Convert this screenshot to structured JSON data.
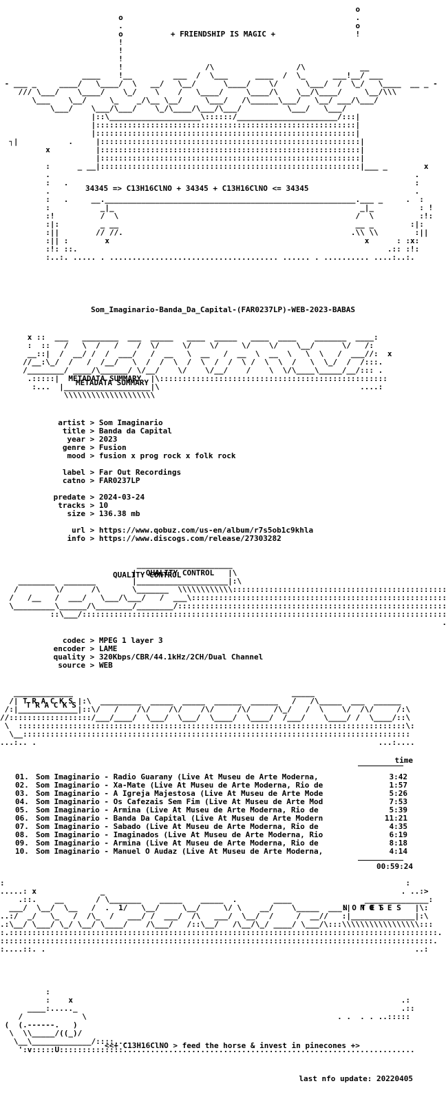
{
  "header": {
    "banner_title": "+ FRIENDSHIP IS MAGIC +",
    "formula": "34345 => C13H16ClNO + 34345 + C13H16ClNO <= 34345"
  },
  "release_name": "Som_Imaginario-Banda_Da_Capital-(FAR0237LP)-WEB-2023-BABAS",
  "sections": {
    "metadata": "METADATA SUMMARY",
    "quality": "QUALITY CONTROL",
    "tracks": "T R A C K S",
    "notes": "N O T E S"
  },
  "metadata": [
    {
      "key": "artist",
      "value": "Som Imaginario"
    },
    {
      "key": "title",
      "value": "Banda da Capital"
    },
    {
      "key": "year",
      "value": "2023"
    },
    {
      "key": "genre",
      "value": "Fusion"
    },
    {
      "key": "mood",
      "value": "fusion x prog rock x folk rock"
    },
    {
      "key": "label",
      "value": "Far Out Recordings"
    },
    {
      "key": "catno",
      "value": "FAR0237LP"
    },
    {
      "key": "predate",
      "value": "2024-03-24"
    },
    {
      "key": "tracks",
      "value": "10"
    },
    {
      "key": "size",
      "value": "136.38 mb"
    },
    {
      "key": "url",
      "value": "https://www.qobuz.com/us-en/album/r7s5ob1c9khla"
    },
    {
      "key": "info",
      "value": "https://www.discogs.com/release/27303282"
    }
  ],
  "quality": [
    {
      "key": "codec",
      "value": "MPEG 1 layer 3"
    },
    {
      "key": "encoder",
      "value": "LAME"
    },
    {
      "key": "quality",
      "value": "320Kbps/CBR/44.1kHz/2CH/Dual Channel"
    },
    {
      "key": "source",
      "value": "WEB"
    }
  ],
  "tracklist": {
    "time_header": "time",
    "items": [
      {
        "num": "01.",
        "name": "Som Imaginario - Radio Guarany (Live At Museu de Arte Moderna,",
        "time": "3:42"
      },
      {
        "num": "02.",
        "name": "Som Imaginario - Xa-Mate (Live At Museu de Arte Moderna, Rio de",
        "time": "1:57"
      },
      {
        "num": "03.",
        "name": "Som Imaginario - A Igreja Majestosa (Live At Museu de Arte Mode",
        "time": "5:26"
      },
      {
        "num": "04.",
        "name": "Som Imaginario - Os Cafezais Sem Fim (Live At Museu de Arte Mod",
        "time": "7:53"
      },
      {
        "num": "05.",
        "name": "Som Imaginario - Armina (Live At Museu de Arte Moderna, Rio de",
        "time": "5:39"
      },
      {
        "num": "06.",
        "name": "Som Imaginario - Banda Da Capital (Live At Museu de Arte Modern",
        "time": "11:21"
      },
      {
        "num": "07.",
        "name": "Som Imaginario - Sabado (Live At Museu de Arte Moderna, Rio de",
        "time": "4:35"
      },
      {
        "num": "08.",
        "name": "Som Imaginario - Imaginados (Live At Museu de Arte Moderna, Rio",
        "time": "6:19"
      },
      {
        "num": "09.",
        "name": "Som Imaginario - Armina (Live At Museu de Arte Moderna, Rio de",
        "time": "8:18"
      },
      {
        "num": "10.",
        "name": "Som Imaginario - Manuel O Audaz (Live At Museu de Arte Moderna,",
        "time": "4:14"
      }
    ],
    "total": "00:59:24"
  },
  "footer": {
    "tagline": "<<+ C13H16ClNO > feed the horse & invest in pinecones +>",
    "last_update": "last nfo update: 20220405"
  }
}
